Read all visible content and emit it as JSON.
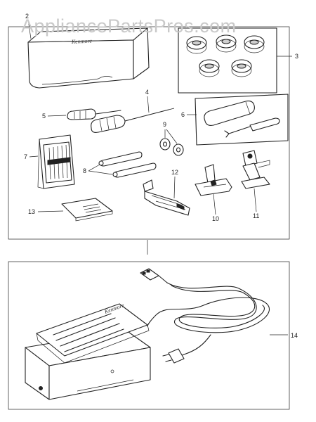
{
  "watermark": "AppliancePartsPros.com",
  "brand_label": "Kenmore",
  "pedal_brand_label": "Kenmore",
  "callouts": {
    "c2": "2",
    "c3": "3",
    "c4": "4",
    "c5": "5",
    "c6": "6",
    "c7": "7",
    "c8": "8",
    "c9": "9",
    "c10": "10",
    "c11": "11",
    "c12": "12",
    "c13": "13",
    "c14": "14"
  },
  "colors": {
    "ink": "#222222",
    "watermark": "#c9c9c9",
    "background": "#ffffff"
  }
}
